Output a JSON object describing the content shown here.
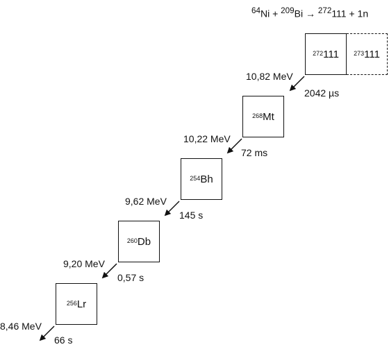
{
  "reaction": {
    "reactant1_mass": "64",
    "reactant1_symbol": "Ni",
    "plus1": " + ",
    "reactant2_mass": "209",
    "reactant2_symbol": "Bi",
    "arrow": " → ",
    "product_mass": "272",
    "product_symbol": "111",
    "plus2": " + 1n"
  },
  "chain": [
    {
      "mass": "272",
      "symbol": "111",
      "energy": "10,82 MeV",
      "lifetime": "2042 µs"
    },
    {
      "mass": "268",
      "symbol": "Mt",
      "energy": "10,22 MeV",
      "lifetime": "72 ms"
    },
    {
      "mass": "254",
      "symbol": "Bh",
      "energy": "9,62 MeV",
      "lifetime": "145 s"
    },
    {
      "mass": "260",
      "symbol": "Db",
      "energy": "9,20 MeV",
      "lifetime": "0,57 s"
    },
    {
      "mass": "256",
      "symbol": "Lr",
      "energy": "8,46 MeV",
      "lifetime": "66 s"
    }
  ],
  "isotope_alt": {
    "mass": "273",
    "symbol": "111"
  },
  "colors": {
    "ink": "#111111",
    "background": "#ffffff"
  }
}
